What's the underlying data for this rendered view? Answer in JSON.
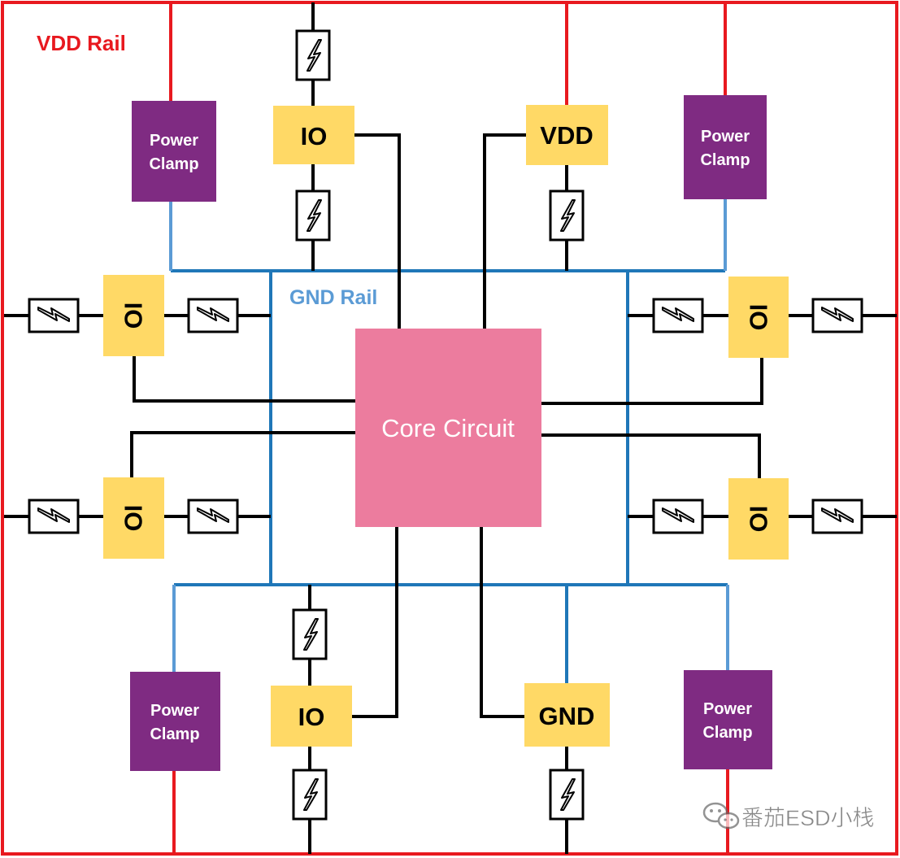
{
  "labels": {
    "vdd_rail": "VDD Rail",
    "gnd_rail": "GND Rail",
    "core": "Core Circuit",
    "io": "IO",
    "vdd_pad": "VDD",
    "gnd_pad": "GND",
    "power_clamp_line1": "Power",
    "power_clamp_line2": "Clamp",
    "watermark": "番茄ESD小栈"
  },
  "colors": {
    "vdd_rail": "#e8191f",
    "gnd_rail": "#1f77b8",
    "gnd_rail_light": "#5b9bd5",
    "signal": "#000000",
    "io_pad": "#ffd966",
    "power_clamp": "#7f2b82",
    "core": "#ec7c9e",
    "background": "#ffffff"
  },
  "icons": {
    "esd_device": "lightning-bolt-icon",
    "watermark": "wechat-icon"
  }
}
